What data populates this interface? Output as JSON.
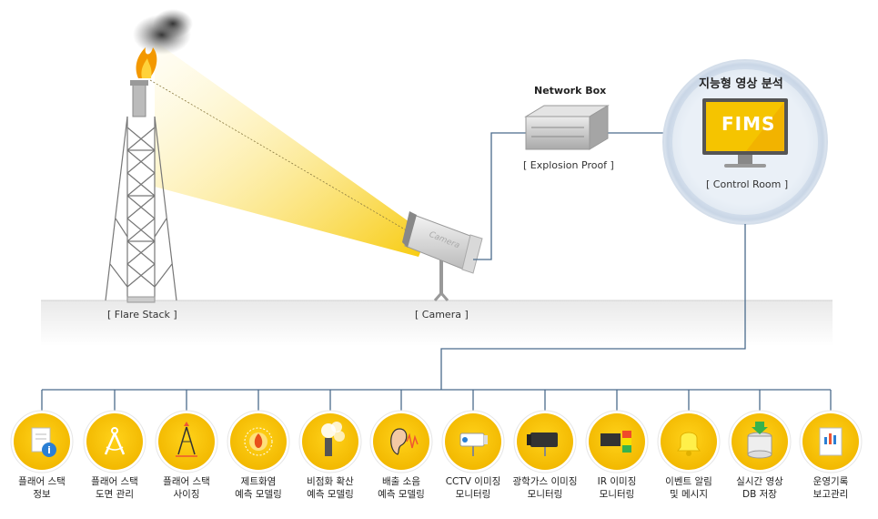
{
  "labels": {
    "flare_stack": "[ Flare Stack ]",
    "camera": "[ Camera ]",
    "network_box_title": "Network Box",
    "network_box_sub": "[ Explosion Proof ]",
    "camera_body_text": "Camera"
  },
  "control_room": {
    "title": "지능형 영상 분석",
    "screen_text": "FIMS",
    "sub": "[ Control Room ]"
  },
  "features": [
    {
      "icon": "info-document-icon",
      "line1": "플래어 스택",
      "line2": "정보"
    },
    {
      "icon": "compass-icon",
      "line1": "플래어 스택",
      "line2": "도면 관리"
    },
    {
      "icon": "tower-sizing-icon",
      "line1": "플래어 스택",
      "line2": "사이징"
    },
    {
      "icon": "flame-radiation-icon",
      "line1": "제트화염",
      "line2": "예측 모델링"
    },
    {
      "icon": "smoke-stack-icon",
      "line1": "비점화 확산",
      "line2": "예측 모델링"
    },
    {
      "icon": "ear-sound-icon",
      "line1": "배출 소음",
      "line2": "예측 모델링"
    },
    {
      "icon": "cctv-camera-icon",
      "line1": "CCTV 이미징",
      "line2": "모니터링"
    },
    {
      "icon": "gas-camera-icon",
      "line1": "광학가스 이미징",
      "line2": "모니터링"
    },
    {
      "icon": "ir-camera-icon",
      "line1": "IR 이미징",
      "line2": "모니터링"
    },
    {
      "icon": "bell-icon",
      "line1": "이벤트 알림",
      "line2": "및 메시지"
    },
    {
      "icon": "database-icon",
      "line1": "실시간 영상",
      "line2": "DB 저장"
    },
    {
      "icon": "report-chart-icon",
      "line1": "운영기록",
      "line2": "보고관리"
    }
  ],
  "colors": {
    "accent_yellow": "#f5c400",
    "line_blue": "#4a6b8c",
    "ground": "#f0f0f0"
  }
}
